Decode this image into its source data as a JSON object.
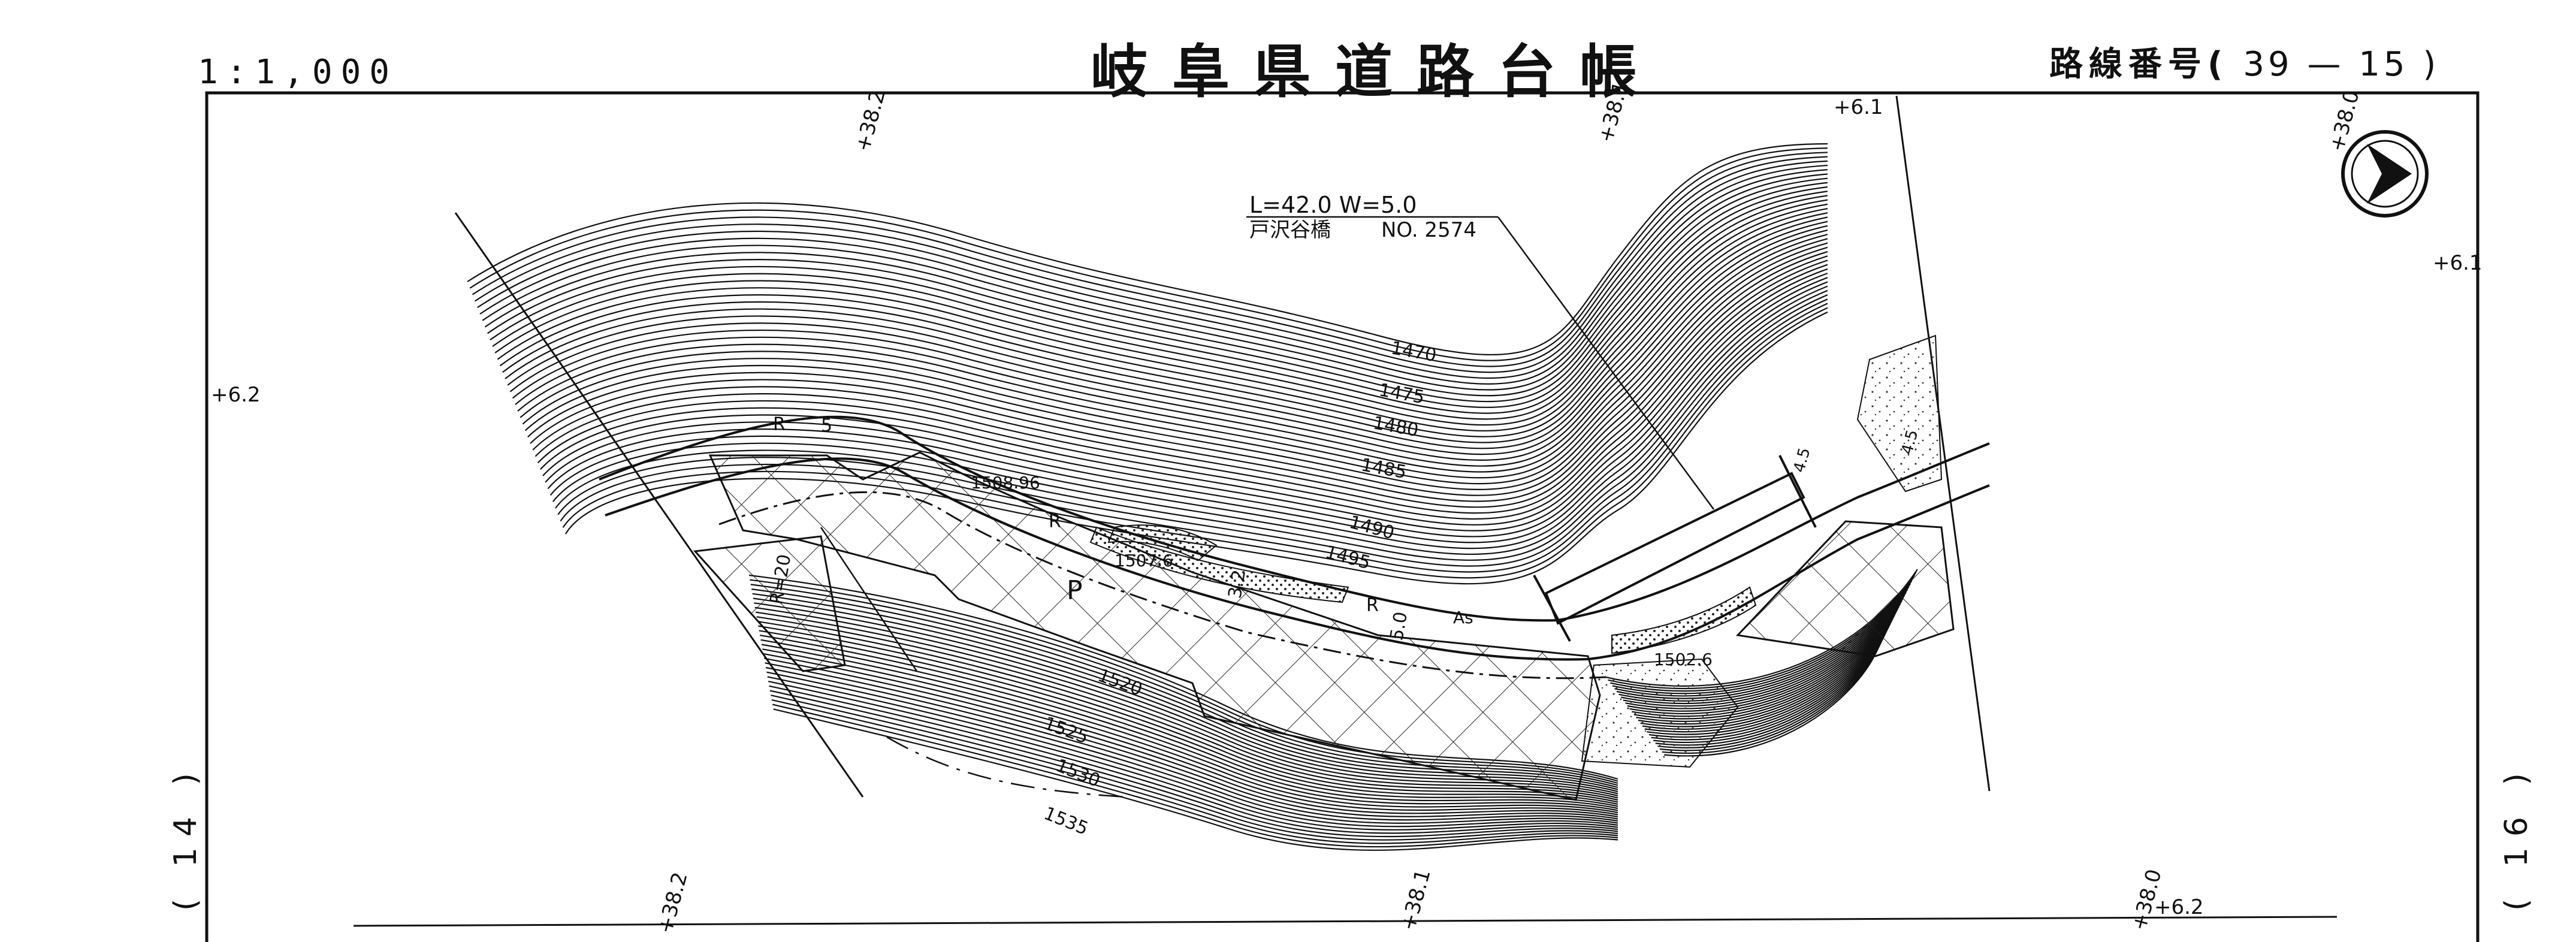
{
  "header": {
    "scale": "1:1,000",
    "title": "岐阜県道路台帳",
    "route_label": "路線番号(",
    "route_a": "39",
    "route_dash": "—",
    "route_b": "15",
    "route_close": ")"
  },
  "bridge": {
    "dims": "L=42.0  W=5.0",
    "name": "戸沢谷橋",
    "number": "NO. 2574"
  },
  "north_arrow": "north-arrow-icon",
  "marks": {
    "t_382_top": "+38.2",
    "t_381_top": "+38.1",
    "t_61_top": "+6.1",
    "t_380_top": "+38.0",
    "t_61_right": "+6.1",
    "t_62_left": "+6.2",
    "t_382_bottom": "+38.2",
    "t_381_bottom": "+38.1",
    "t_380_bottom": "+38.0",
    "t_62_bottom": "+6.2"
  },
  "contours": {
    "c1470": "1470",
    "c1475": "1475",
    "c1480": "1480",
    "c1485": "1485",
    "c1490": "1490",
    "c1495": "1495",
    "c1520": "1520",
    "c1525": "1525",
    "c1530": "1530",
    "c1535": "1535"
  },
  "elevations": {
    "e1": "1508.96",
    "e2": "1507.6",
    "e3": "1502.6"
  },
  "road_labels": {
    "r1": "R",
    "r5": "5",
    "r2": "R",
    "r3": "R",
    "w32": "3.2",
    "w50": "5.0",
    "as": "As",
    "p": "P",
    "r20": "R=20",
    "w45a": "4.5",
    "w45b": "4.5"
  },
  "side_left": "( 14 )",
  "side_right": "( 16 )"
}
